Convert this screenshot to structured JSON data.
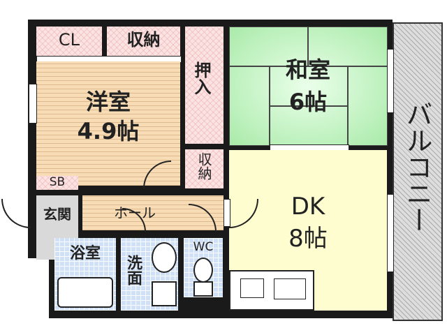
{
  "rooms": {
    "cl": "CL",
    "storage_top": "収納",
    "western_room": {
      "name": "洋室",
      "size": "4.9帖"
    },
    "closet": "押入",
    "japanese_room": {
      "name": "和室",
      "size": "6帖"
    },
    "storage_small": "収納",
    "sb": "SB",
    "entrance": "玄関",
    "hall": "ホール",
    "dk": {
      "name": "DK",
      "size": "8帖"
    },
    "bathroom": "浴室",
    "washroom": "洗面",
    "wc": "WC",
    "balcony": "バルコニー"
  }
}
